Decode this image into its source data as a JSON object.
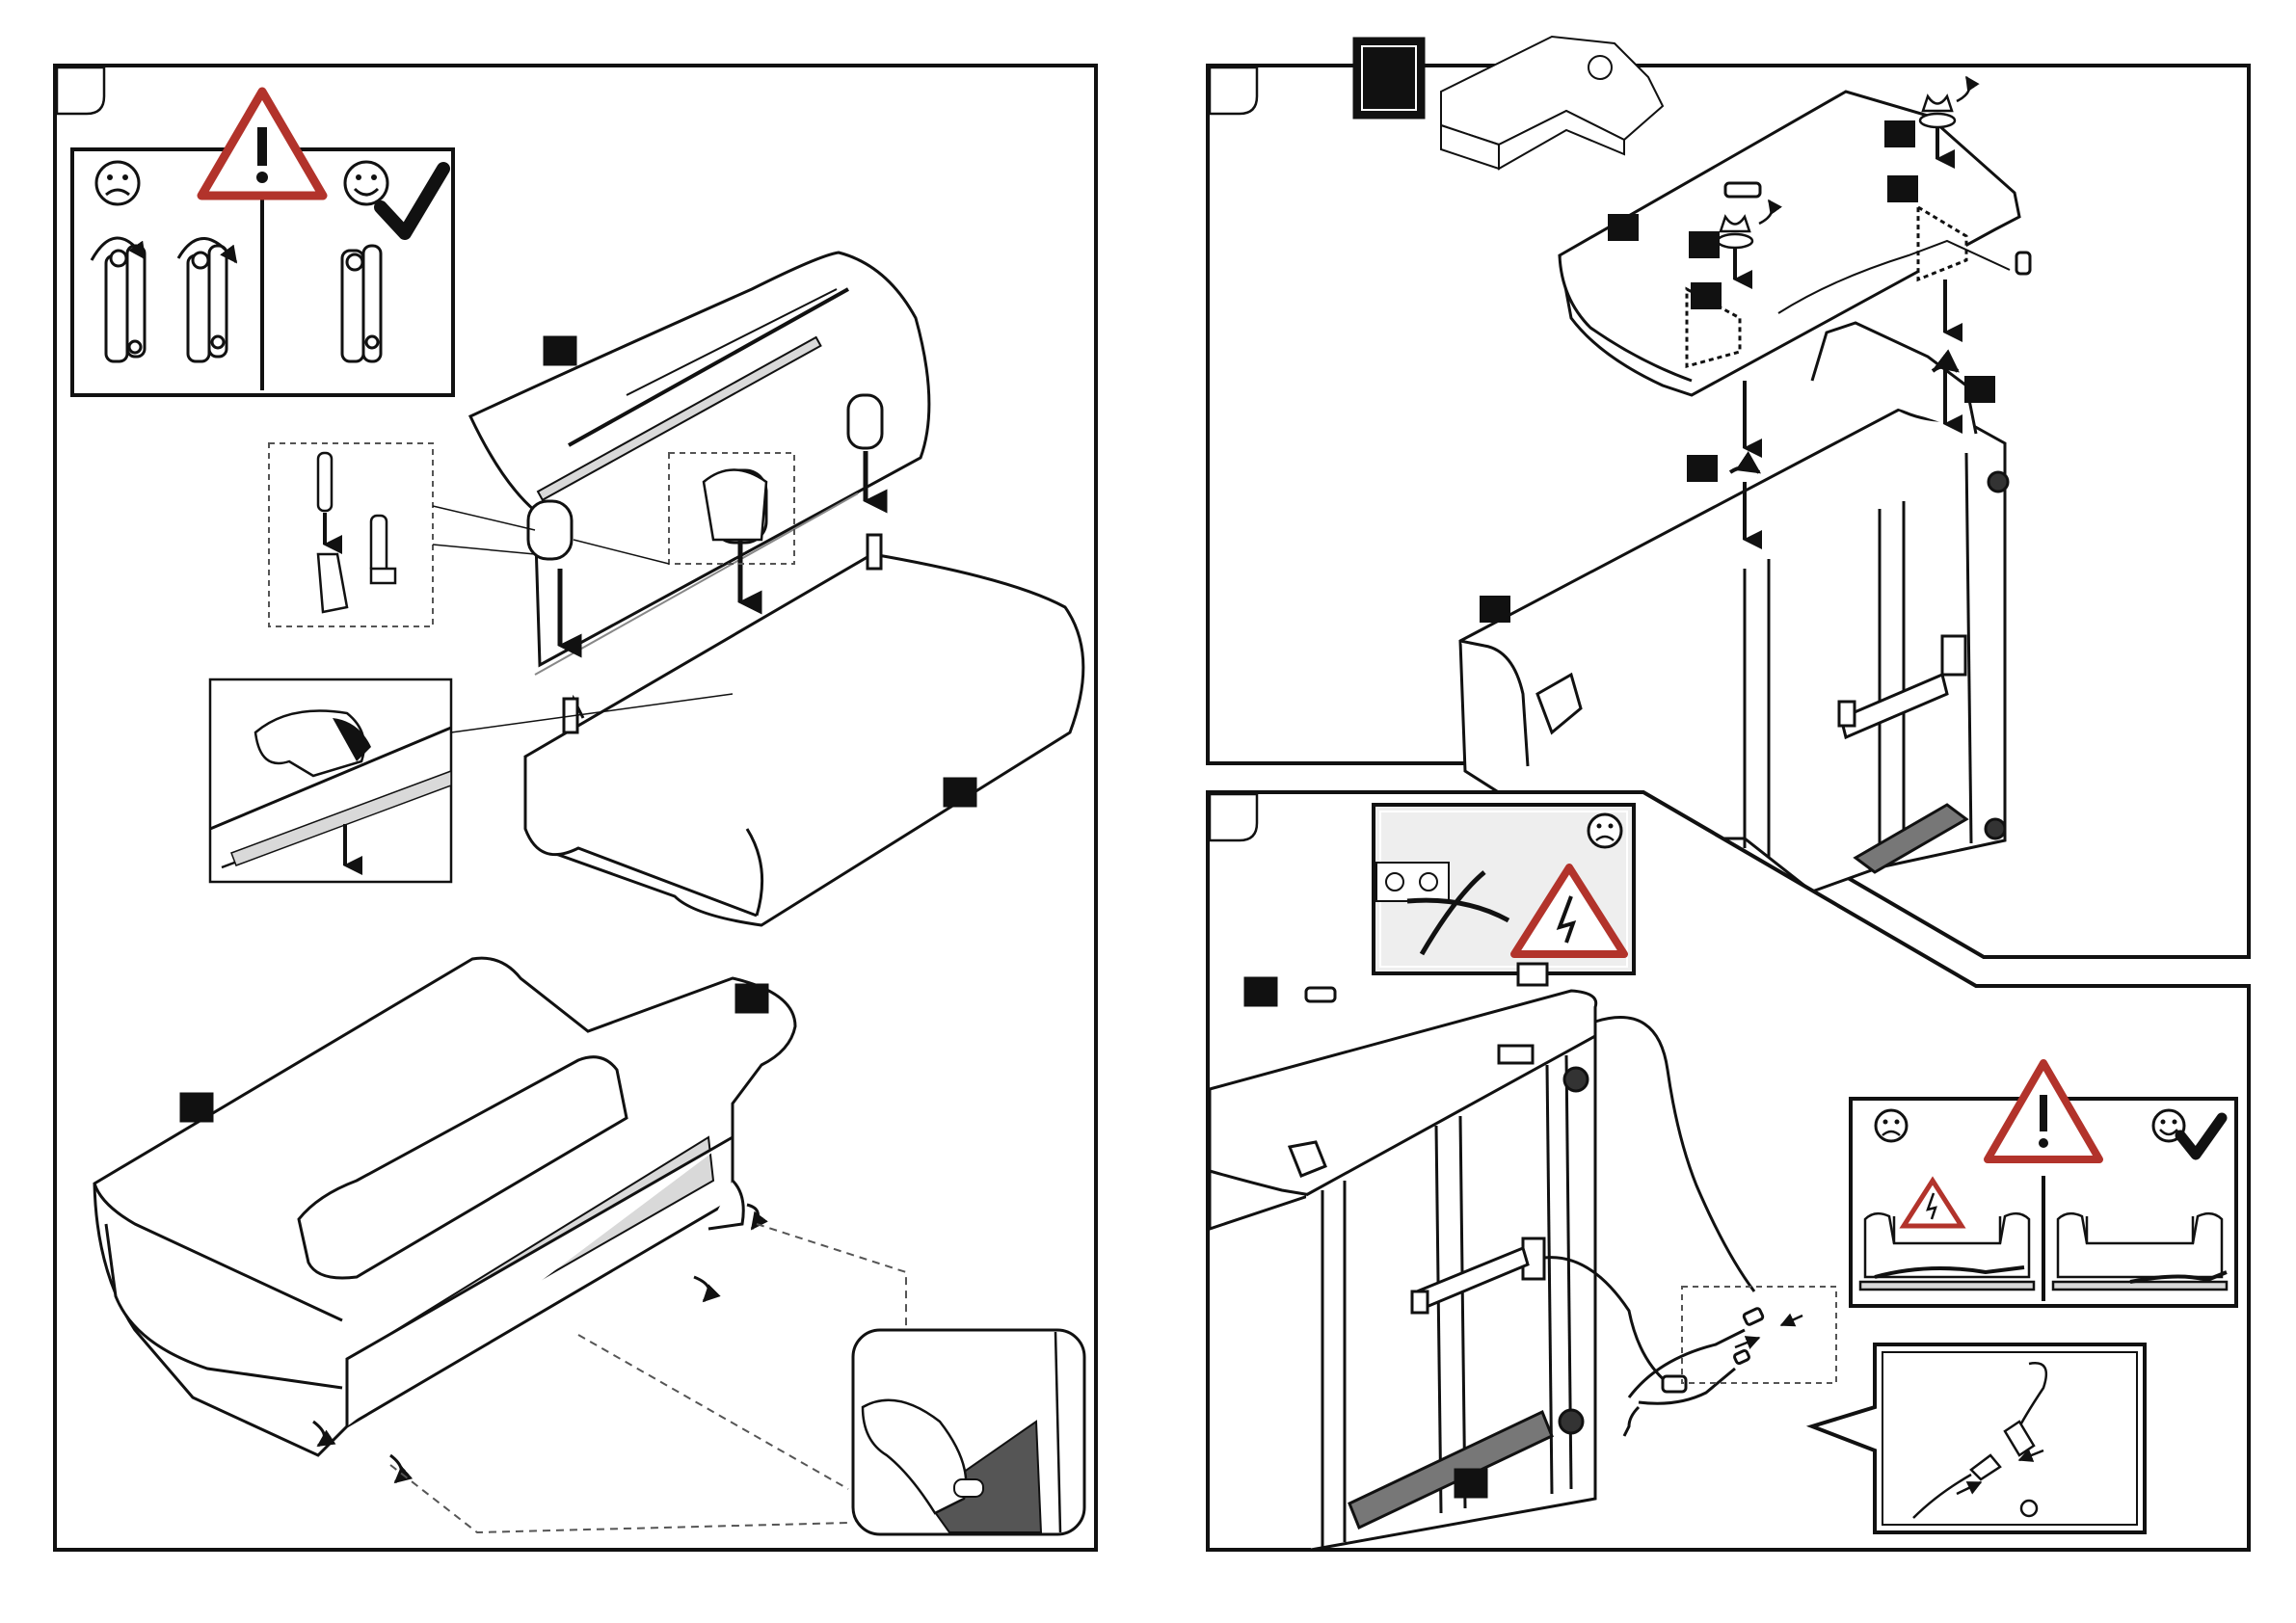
{
  "title": "",
  "colors": {
    "ink": "#111111",
    "warning_red": "#b2332b",
    "paper": "#ffffff",
    "dashed_frame": "#555555",
    "shade": "#d9d9d9"
  },
  "panels": [
    {
      "id": "panel-left",
      "step_tab": "",
      "labels": [
        "",
        "",
        "",
        ""
      ],
      "warning_box": {
        "bad_icon": "sad-face-icon",
        "good_icon": "happy-face-icon",
        "check_icon": "checkmark-icon",
        "warning_icon": "warning-triangle-icon"
      }
    },
    {
      "id": "panel-top-right",
      "step_tab": "",
      "header_box": "",
      "labels": [
        "",
        "",
        "",
        "",
        "",
        "",
        "",
        ""
      ]
    },
    {
      "id": "panel-bottom-right",
      "step_tab": "",
      "labels": [
        "",
        ""
      ],
      "electric_box": {
        "bad_icon": "sad-face-icon",
        "hazard_icon": "electric-hazard-icon"
      },
      "warning_box": {
        "bad_icon": "sad-face-icon",
        "good_icon": "happy-face-icon",
        "check_icon": "checkmark-icon",
        "warning_icon": "warning-triangle-icon"
      }
    }
  ]
}
